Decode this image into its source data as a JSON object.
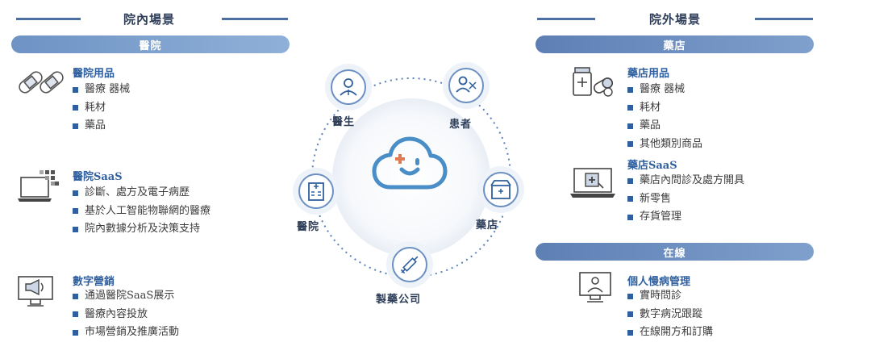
{
  "left": {
    "heading": "院內場景",
    "pill": "醫院",
    "categories": [
      {
        "title": "醫院用品",
        "icon": "bandage-icon",
        "items": [
          "醫療 器械",
          "耗材",
          "藥品"
        ]
      },
      {
        "title": "醫院SaaS",
        "icon": "laptop-cloud-icon",
        "items": [
          "診斷、處方及電子病歷",
          "基於人工智能物聯網的醫療",
          "院內數據分析及決策支持"
        ]
      },
      {
        "title": "數字營銷",
        "icon": "megaphone-monitor-icon",
        "items": [
          "通過醫院SaaS展示",
          "醫療內容投放",
          "市場營銷及推廣活動"
        ]
      }
    ]
  },
  "right": {
    "heading": "院外場景",
    "pill_top": "藥店",
    "pill_bottom": "在線",
    "categories": [
      {
        "title": "藥店用品",
        "icon": "pill-bottle-icon",
        "items": [
          "醫療 器械",
          "耗材",
          "藥品",
          "其他類別商品"
        ]
      },
      {
        "title": "藥店SaaS",
        "icon": "laptop-medical-icon",
        "items": [
          "藥店內問診及處方開具",
          "新零售",
          "存貨管理"
        ]
      },
      {
        "title": "個人慢病管理",
        "icon": "doctor-monitor-icon",
        "items": [
          "實時問診",
          "數字病況跟蹤",
          "在線開方和訂購"
        ]
      }
    ]
  },
  "center": {
    "icon": "cloud-smile-icon",
    "nodes": [
      {
        "label": "醫生",
        "icon": "doctor-icon"
      },
      {
        "label": "患者",
        "icon": "patient-icon"
      },
      {
        "label": "醫院",
        "icon": "hospital-building-icon"
      },
      {
        "label": "藥店",
        "icon": "pharmacy-icon"
      },
      {
        "label": "製藥公司",
        "icon": "syringe-pill-icon"
      }
    ]
  },
  "colors": {
    "accent": "#2f5f9e",
    "dark": "#2d3d58",
    "pill_left": "#7fa2cf",
    "pill_right": "#6a8cbf",
    "cloud": "#4a8ec8",
    "cross": "#e07a52"
  }
}
